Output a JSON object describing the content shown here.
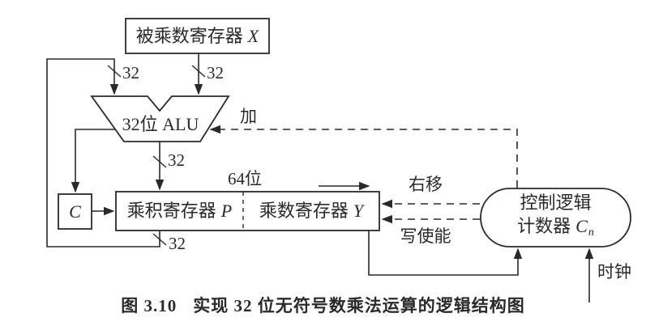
{
  "figure": {
    "background": "#ffffff",
    "line_color": "#2a2a2a",
    "registers": {
      "multiplicand": {
        "name": "被乘数寄存器",
        "var": "X"
      },
      "product": {
        "name": "乘积寄存器",
        "var": "P"
      },
      "multiplier": {
        "name": "乘数寄存器",
        "var": "Y"
      },
      "carry_flag": {
        "var": "C"
      }
    },
    "alu": {
      "label": "32位 ALU"
    },
    "control_unit": {
      "line1": "控制逻辑",
      "line2": "计数器",
      "var": "C",
      "var_subscript": "n"
    },
    "bus_labels": {
      "feedback_input": "32",
      "x_input": "32",
      "alu_output": "32",
      "p_output": "32",
      "total_width": "64位"
    },
    "control_signals": {
      "add": "加",
      "shift_right": "右移",
      "write_enable": "写使能",
      "clock": "时钟"
    },
    "caption": {
      "fig_no": "图 3.10",
      "title": "实现 32 位无符号数乘法运算的逻辑结构图"
    }
  }
}
